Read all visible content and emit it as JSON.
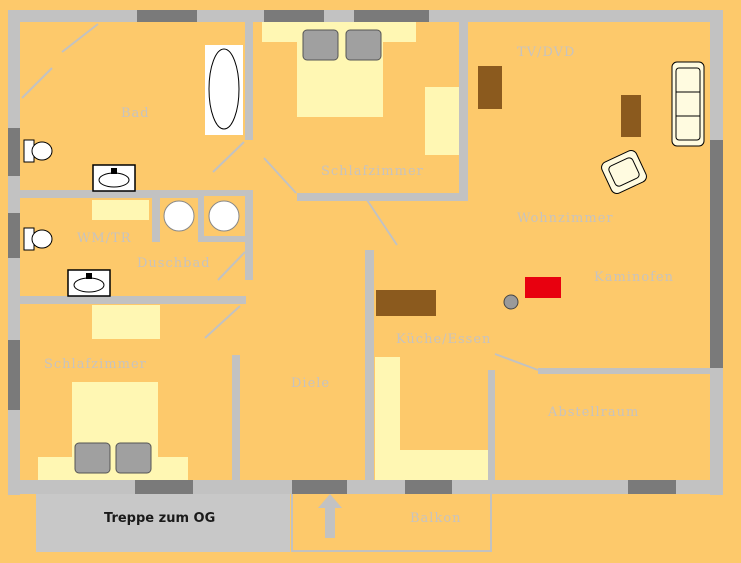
{
  "rooms": {
    "bad": "Bad",
    "schlafzimmer_top": "Schlafzimmer",
    "tv": "TV/DVD",
    "wohnzimmer": "Wohnzimmer",
    "kaminofen": "Kaminofen",
    "wmtr": "WM/TR",
    "duschbad": "Duschbad",
    "kueche": "Küche/Essen",
    "schlafzimmer_bottom": "Schlafzimmer",
    "diele": "Diele",
    "abstellraum": "Abstellraum",
    "treppe": "Treppe zum OG",
    "balkon": "Balkon"
  },
  "colors": {
    "floor": "#fdc96b",
    "wall": "#c2c2c2",
    "window": "#7a7a7a",
    "furniture_light": "#fff7b3",
    "furniture_brown": "#8b5a1e",
    "stove": "#e8000f",
    "stairs": "#c8c8c8",
    "label": "#c7c3bf"
  }
}
